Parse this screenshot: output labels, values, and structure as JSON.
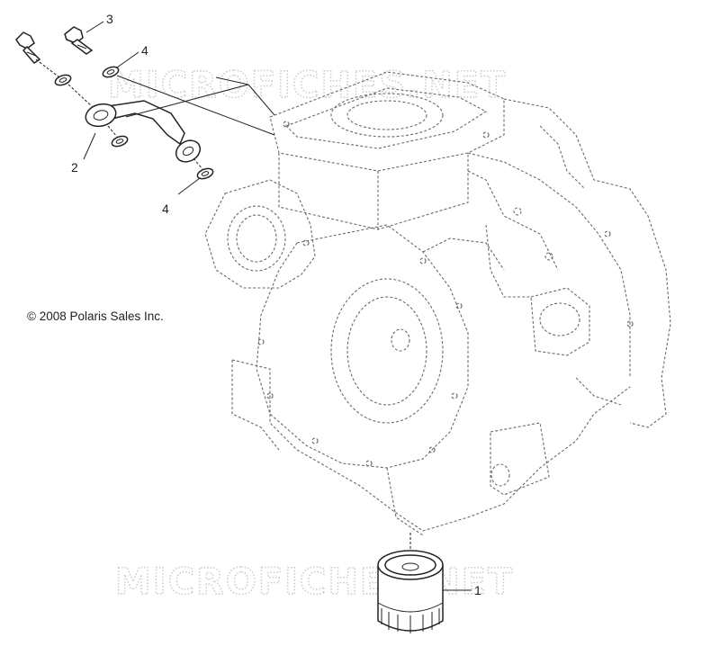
{
  "copyright": "© 2008 Polaris Sales Inc.",
  "watermark_text": "MICROFICHES.NET",
  "callouts": {
    "c1": "1",
    "c2": "2",
    "c3": "3",
    "c4a": "4",
    "c4b": "4"
  },
  "colors": {
    "line": "#222222",
    "engine_outline": "#6a6a6a",
    "watermark": "#c8c8c8"
  }
}
